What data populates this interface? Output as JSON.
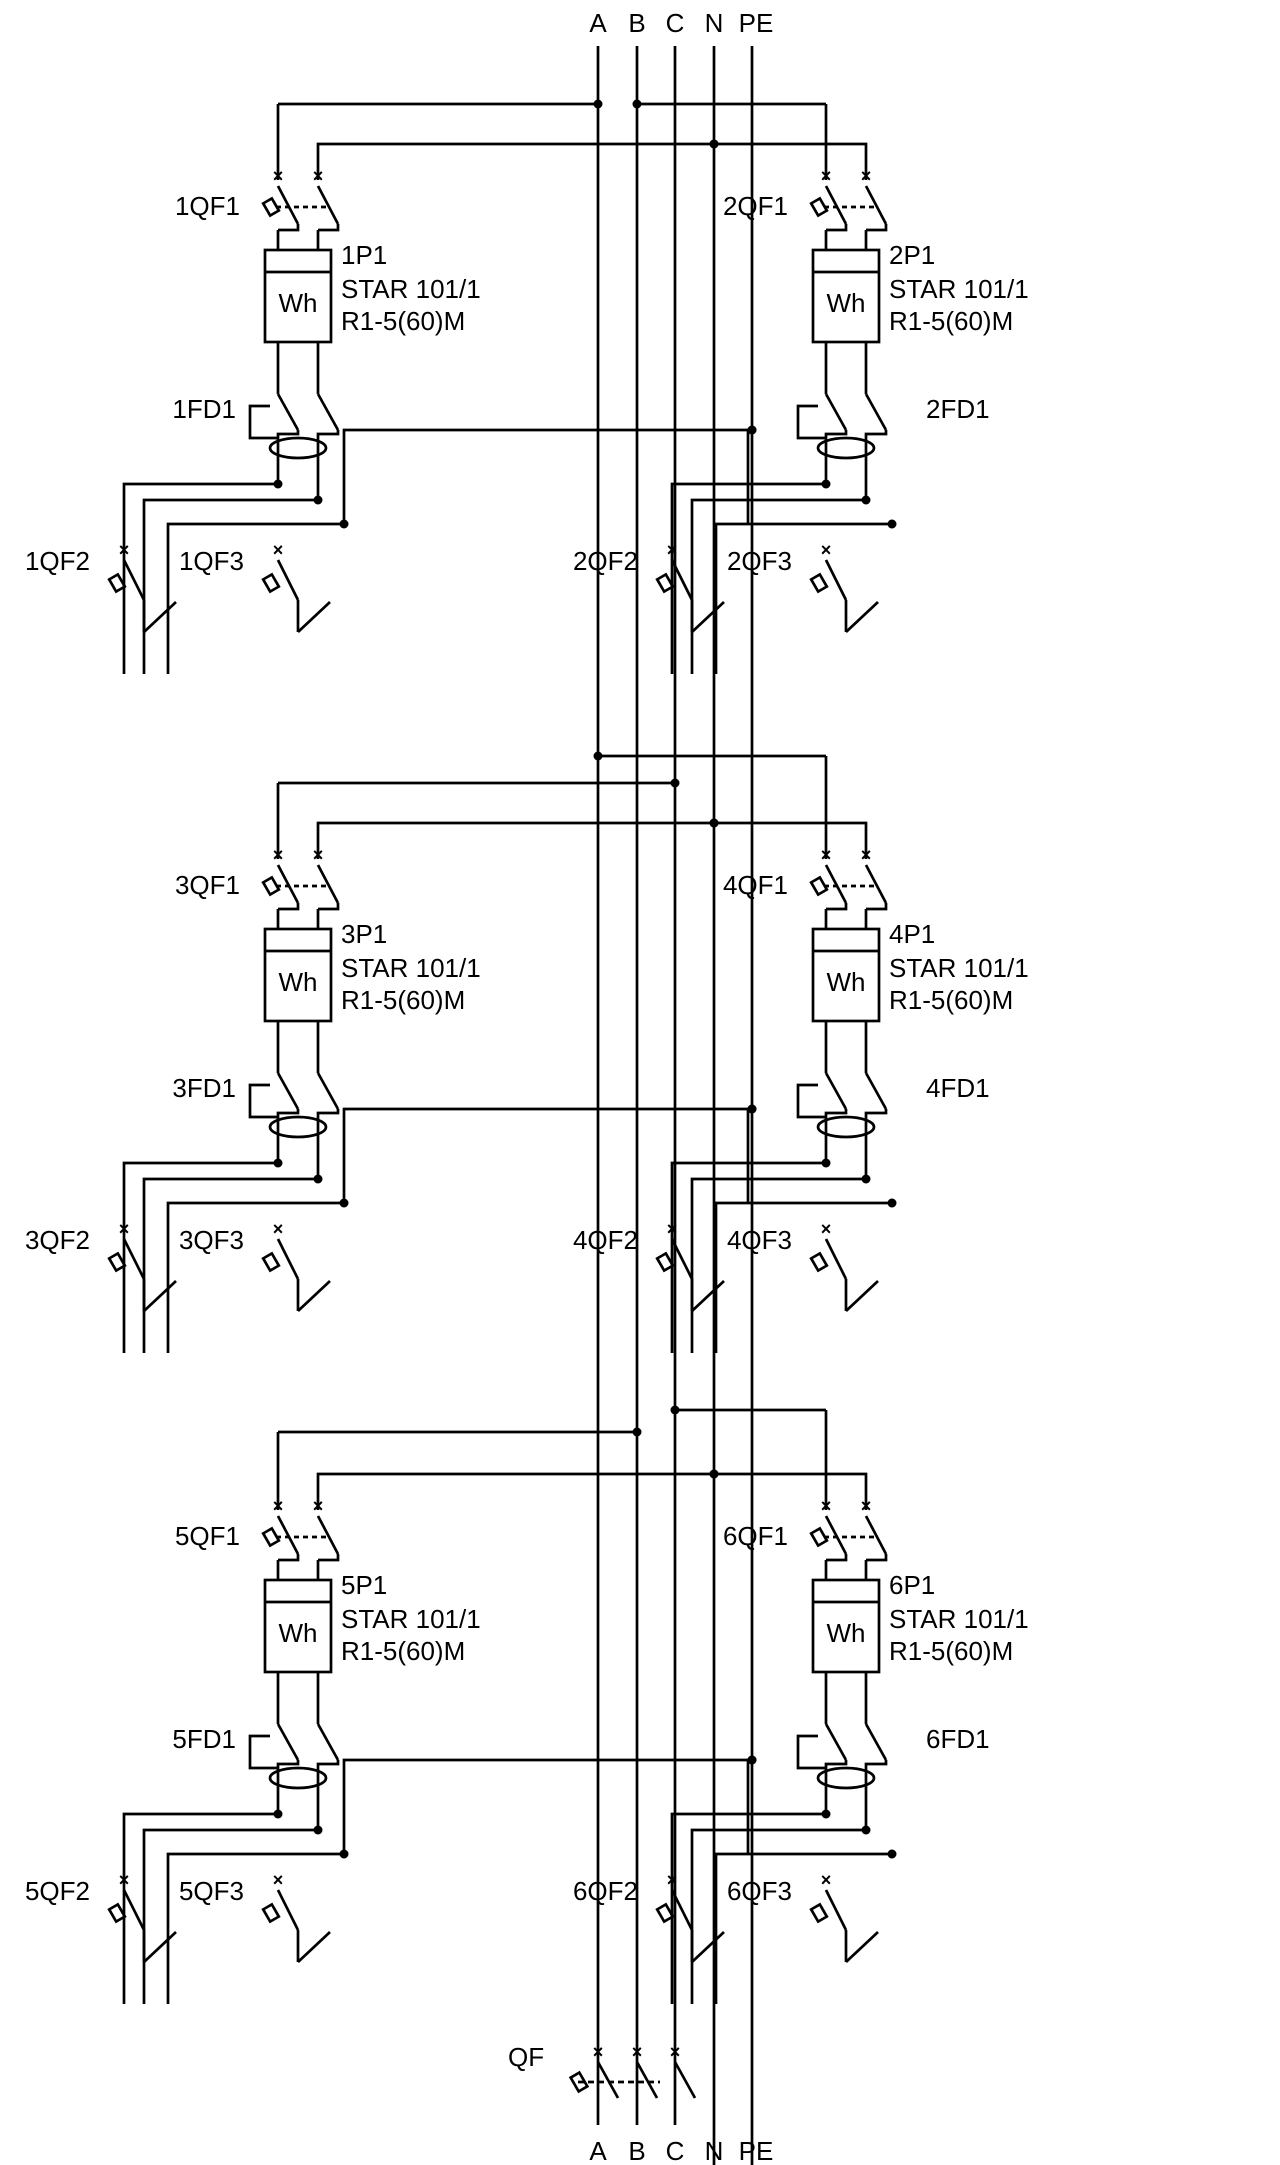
{
  "buses": [
    "A",
    "B",
    "C",
    "N",
    "PE"
  ],
  "main_breaker": {
    "label": "QF"
  },
  "units": [
    {
      "qf1": "1QF1",
      "meter_id": "1P1",
      "meter_model": "STAR 101/1",
      "meter_rating": "R1-5(60)M",
      "meter_symbol": "Wh",
      "rcd": "1FD1",
      "qf2": "1QF2",
      "qf3": "1QF3"
    },
    {
      "qf1": "2QF1",
      "meter_id": "2P1",
      "meter_model": "STAR 101/1",
      "meter_rating": "R1-5(60)M",
      "meter_symbol": "Wh",
      "rcd": "2FD1",
      "qf2": "2QF2",
      "qf3": "2QF3"
    },
    {
      "qf1": "3QF1",
      "meter_id": "3P1",
      "meter_model": "STAR 101/1",
      "meter_rating": "R1-5(60)M",
      "meter_symbol": "Wh",
      "rcd": "3FD1",
      "qf2": "3QF2",
      "qf3": "3QF3"
    },
    {
      "qf1": "4QF1",
      "meter_id": "4P1",
      "meter_model": "STAR 101/1",
      "meter_rating": "R1-5(60)M",
      "meter_symbol": "Wh",
      "rcd": "4FD1",
      "qf2": "4QF2",
      "qf3": "4QF3"
    },
    {
      "qf1": "5QF1",
      "meter_id": "5P1",
      "meter_model": "STAR 101/1",
      "meter_rating": "R1-5(60)M",
      "meter_symbol": "Wh",
      "rcd": "5FD1",
      "qf2": "5QF2",
      "qf3": "5QF3"
    },
    {
      "qf1": "6QF1",
      "meter_id": "6P1",
      "meter_model": "STAR 101/1",
      "meter_rating": "R1-5(60)M",
      "meter_symbol": "Wh",
      "rcd": "6FD1",
      "qf2": "6QF2",
      "qf3": "6QF3"
    }
  ]
}
